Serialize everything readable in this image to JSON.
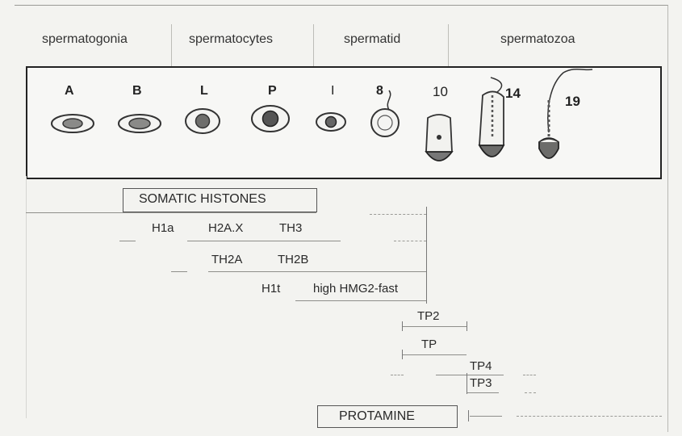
{
  "header": {
    "spermatogonia": "spermatogonia",
    "spermatocytes": "spermatocytes",
    "spermatid": "spermatid",
    "spermatozoa": "spermatozoa"
  },
  "stages": [
    "A",
    "B",
    "L",
    "P",
    "I",
    "8",
    "10",
    "14",
    "19"
  ],
  "rows": {
    "somatic_histones": "SOMATIC HISTONES",
    "h1a": "H1a",
    "h2ax": "H2A.X",
    "th3": "TH3",
    "th2a": "TH2A",
    "th2b": "TH2B",
    "h1t": "H1t",
    "hmg": "high HMG2-fast",
    "tp2": "TP2",
    "tp": "TP",
    "tp4": "TP4",
    "tp3": "TP3",
    "protamine": "PROTAMINE"
  }
}
